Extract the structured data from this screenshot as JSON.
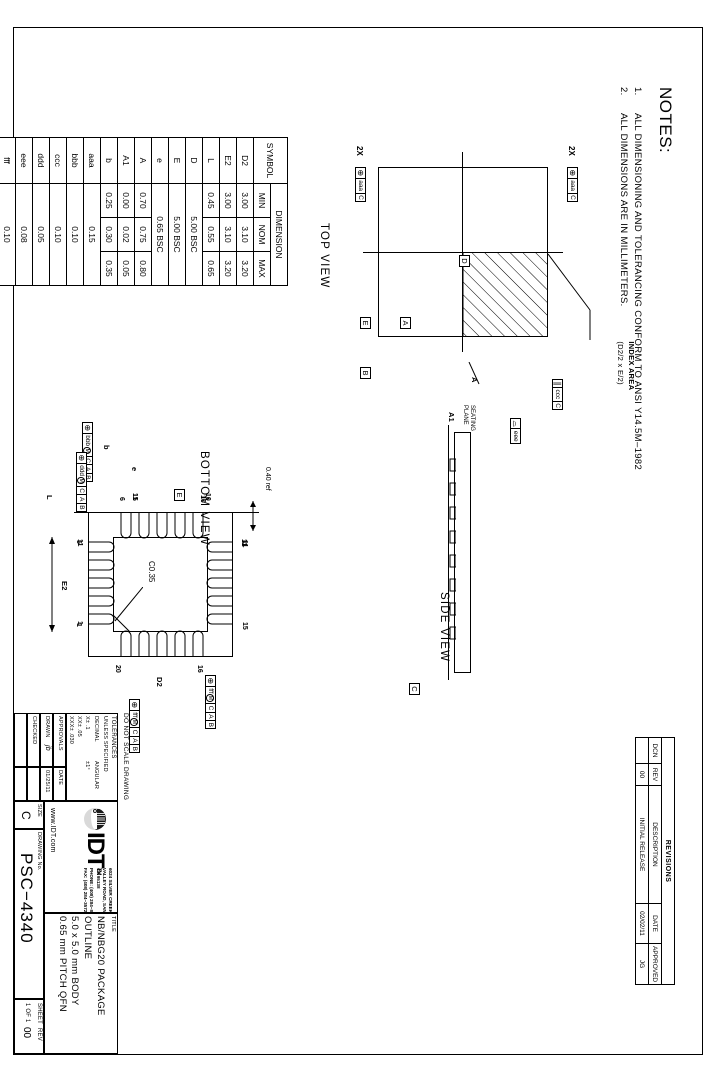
{
  "notes": {
    "title": "NOTES:",
    "items": [
      {
        "num": "1.",
        "text": "ALL DIMENSIONING AND TOLERANCING CONFORM TO ANSI Y14.5M–1982"
      },
      {
        "num": "2.",
        "text": "ALL DIMENSIONS ARE IN MILLIMETERS."
      }
    ]
  },
  "views": {
    "top": "TOP VIEW",
    "bottom": "BOTTOM VIEW",
    "side": "SIDE VIEW"
  },
  "annotations": {
    "index_area": "INDEX AREA",
    "index_area_sub": "(D2/2 x E/2)",
    "two_x_a": "2X",
    "two_x_b": "2X",
    "chamfer": "C0.35",
    "ref_040": "0.40 ref",
    "seating_plane": "SEATING\nPLANE",
    "dim_D": "D",
    "dim_E": "E",
    "dim_A": "A",
    "dim_A1": "A1",
    "dim_D2": "D2",
    "dim_E2": "E2",
    "dim_e": "e",
    "dim_b": "b",
    "dim_L": "L",
    "pins": [
      "1",
      "5",
      "6",
      "10",
      "11",
      "15",
      "16",
      "20"
    ]
  },
  "datums": {
    "A": "A",
    "B": "B",
    "C": "C",
    "D": "D",
    "E": "E"
  },
  "gdt": {
    "flat_ccc": {
      "sym": "∥",
      "tol": "ccc",
      "datum": "C"
    },
    "flat_eee": {
      "sym": "⌓",
      "tol": "eee"
    },
    "prof_bbb": {
      "sym": "⊕",
      "tol": "bbb",
      "mod": "M",
      "datums": [
        "C",
        "A",
        "B"
      ]
    },
    "prof_ddd": {
      "sym": "⊕",
      "tol": "ddd",
      "mod": "M",
      "datums": [
        "C",
        "A",
        "B"
      ]
    },
    "prof_fff_1": {
      "sym": "⊕",
      "tol": "fff",
      "mod": "M",
      "datums": [
        "C",
        "A",
        "B"
      ]
    },
    "prof_fff_2": {
      "sym": "⊕",
      "tol": "fff",
      "mod": "M",
      "datums": [
        "C",
        "A",
        "B"
      ]
    },
    "prof_aaa_top": {
      "sym": "⊕",
      "tol": "aaa",
      "datum": "C"
    },
    "prof_aaa_bot": {
      "sym": "⊕",
      "tol": "aaa",
      "datum": "C"
    }
  },
  "dimension_table": {
    "header_symbol": "SYMBOL",
    "header_dimension": "DIMENSION",
    "columns": [
      "MIN",
      "NOM",
      "MAX"
    ],
    "rows": [
      {
        "symbol": "D2",
        "min": "3.00",
        "nom": "3.10",
        "max": "3.20"
      },
      {
        "symbol": "E2",
        "min": "3.00",
        "nom": "3.10",
        "max": "3.20"
      },
      {
        "symbol": "L",
        "min": "0.45",
        "nom": "0.55",
        "max": "0.65"
      },
      {
        "symbol": "D",
        "span": "5.00  BSC"
      },
      {
        "symbol": "E",
        "span": "5.00  BSC"
      },
      {
        "symbol": "e",
        "span": "0.65  BSC"
      },
      {
        "symbol": "A",
        "min": "0.70",
        "nom": "0.75",
        "max": "0.80"
      },
      {
        "symbol": "A1",
        "min": "0.00",
        "nom": "0.02",
        "max": "0.05"
      },
      {
        "symbol": "b",
        "min": "0.25",
        "nom": "0.30",
        "max": "0.35"
      },
      {
        "symbol": "aaa",
        "span": "0.15"
      },
      {
        "symbol": "bbb",
        "span": "0.10"
      },
      {
        "symbol": "ccc",
        "span": "0.10"
      },
      {
        "symbol": "ddd",
        "span": "0.05"
      },
      {
        "symbol": "eee",
        "span": "0.08"
      },
      {
        "symbol": "fff",
        "span": "0.10"
      }
    ]
  },
  "revisions": {
    "title": "REVISIONS",
    "columns": [
      "DCN",
      "REV",
      "DESCRIPTION",
      "DATE",
      "APPROVED"
    ],
    "rows": [
      {
        "dcn": "",
        "rev": "00",
        "description": "INITIAL RELEASE",
        "date": "02/02/11",
        "approved": "JG"
      }
    ]
  },
  "title_block": {
    "tolerances_header": "TOLERANCES",
    "tolerances_sub": "UNLESS SPECIFIED",
    "decimal_label": "DECIMAL",
    "angular_label": "ANGULAR",
    "angular_value": "±1°",
    "decimal_rows": [
      "X±  .1",
      "XX±  .05",
      "XXX±  .030"
    ],
    "approvals_label": "APPROVALS",
    "date_label": "DATE",
    "drawn_label": "DRAWN",
    "drawn_value": "jb",
    "drawn_date": "01/25/11",
    "checked_label": "CHECKED",
    "checked_value": "",
    "checked_date": "",
    "company_url": "www.IDT.com",
    "company_logo_text": "IDT",
    "company_logo_tm": "TM",
    "address_lines": [
      "6024 SILVER CREEK",
      "VALLEY ROAD, SAN JOSE,",
      "CA  95138",
      "PHONE: (408) 284−8200",
      "FAX: (408) 284−3572"
    ],
    "title_label": "TITLE",
    "title_lines": [
      "NB/NBG20 PACKAGE OUTLINE",
      "5.0 x 5.0 mm BODY",
      "0.65 mm PITCH QFN"
    ],
    "size_label": "SIZE",
    "size_value": "C",
    "drawing_no_label": "DRAWING No.",
    "drawing_no_value": "PSC−4340",
    "rev_label": "REV",
    "rev_value": "00",
    "scale_note": "DO NOT SCALE DRAWING",
    "sheet_label": "SHEET",
    "sheet_value": "1 OF 1"
  },
  "colors": {
    "ink": "#000000",
    "logo_grey": "#d9d9d9",
    "paper": "#ffffff"
  }
}
